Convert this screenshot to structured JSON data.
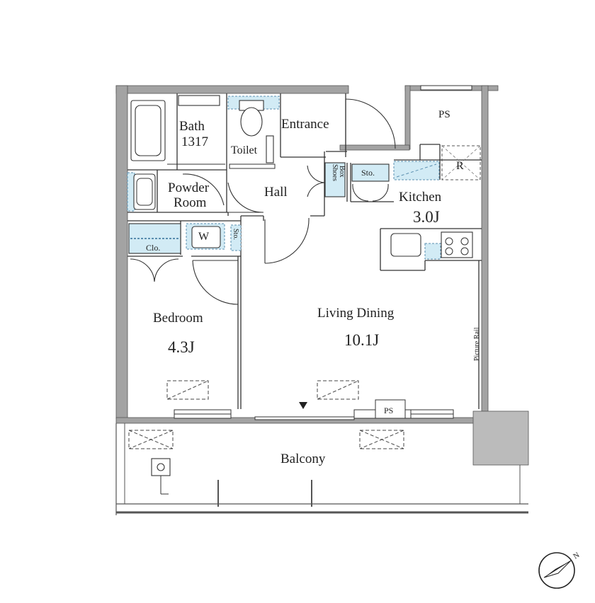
{
  "colors": {
    "wall": "#a3a3a3",
    "wall_stroke": "#555555",
    "line": "#333333",
    "storage_fill": "#d2ebf5",
    "storage_dash": "#5b8fb0",
    "column_fill": "#bbbbbb",
    "background": "#ffffff"
  },
  "rooms": {
    "bath": "Bath",
    "bath_size": "1317",
    "toilet": "Toilet",
    "entrance": "Entrance",
    "ps_top": "PS",
    "shoes_box_line1": "Shoes",
    "shoes_box_line2": "Box",
    "storage_kitchen": "Sto.",
    "refrigerator": "R",
    "kitchen": "Kitchen",
    "kitchen_size": "3.0J",
    "powder_room_line1": "Powder",
    "powder_room_line2": "Room",
    "hall": "Hall",
    "washer": "W",
    "storage_small": "Sto.",
    "closet": "Clo.",
    "bedroom": "Bedroom",
    "bedroom_size": "4.3J",
    "living_dining": "Living Dining",
    "living_dining_size": "10.1J",
    "picture_rail": "Picture Rail",
    "ps_bottom": "PS",
    "balcony": "Balcony"
  },
  "compass": {
    "north_label": "N",
    "icon": "north-arrow-icon"
  }
}
